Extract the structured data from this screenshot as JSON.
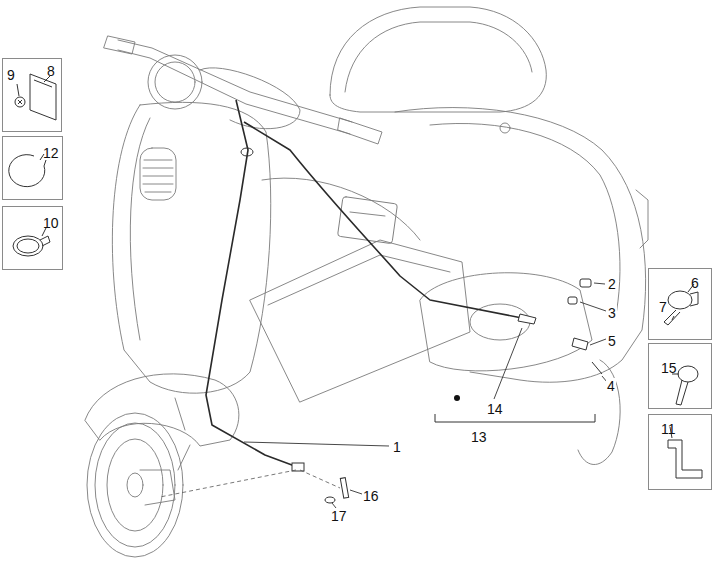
{
  "diagram": {
    "nodes": [
      {
        "text": [
          "9",
          "8"
        ]
      },
      {
        "text": [
          "12"
        ]
      },
      {
        "text": [
          "10"
        ]
      },
      {
        "text": [
          "6",
          "7"
        ]
      },
      {
        "text": [
          "15"
        ]
      },
      {
        "text": [
          "11"
        ]
      }
    ],
    "labels": [
      "2",
      "3",
      "5",
      "4",
      "14",
      "13",
      "1",
      "16",
      "17"
    ]
  }
}
